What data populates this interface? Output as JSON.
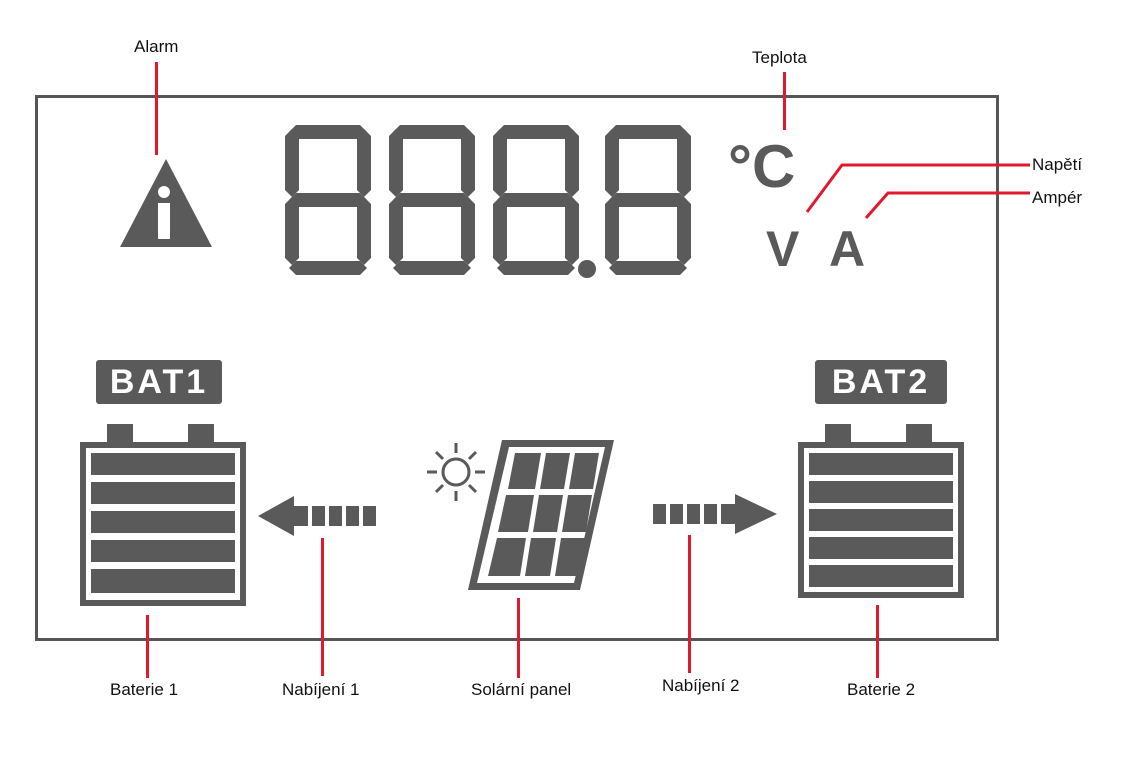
{
  "labels": {
    "alarm": "Alarm",
    "temperature": "Teplota",
    "voltage": "Napětí",
    "ampere": "Ampér",
    "battery1": "Baterie 1",
    "charging1": "Nabíjení 1",
    "solar_panel": "Solární panel",
    "charging2": "Nabíjení 2",
    "battery2": "Baterie 2"
  },
  "display": {
    "digits": "888.8",
    "unit_celsius": "°C",
    "unit_volt": "V",
    "unit_amp": "A",
    "bat1_tag": "BAT1",
    "bat2_tag": "BAT2",
    "alarm_glyph": "i"
  },
  "colors": {
    "lcd": "#5a5a5a",
    "leader": "#e0192d"
  },
  "icons": [
    "alarm-icon",
    "sun-icon",
    "solar-panel-icon",
    "arrow-left-icon",
    "arrow-right-icon",
    "battery-icon"
  ]
}
